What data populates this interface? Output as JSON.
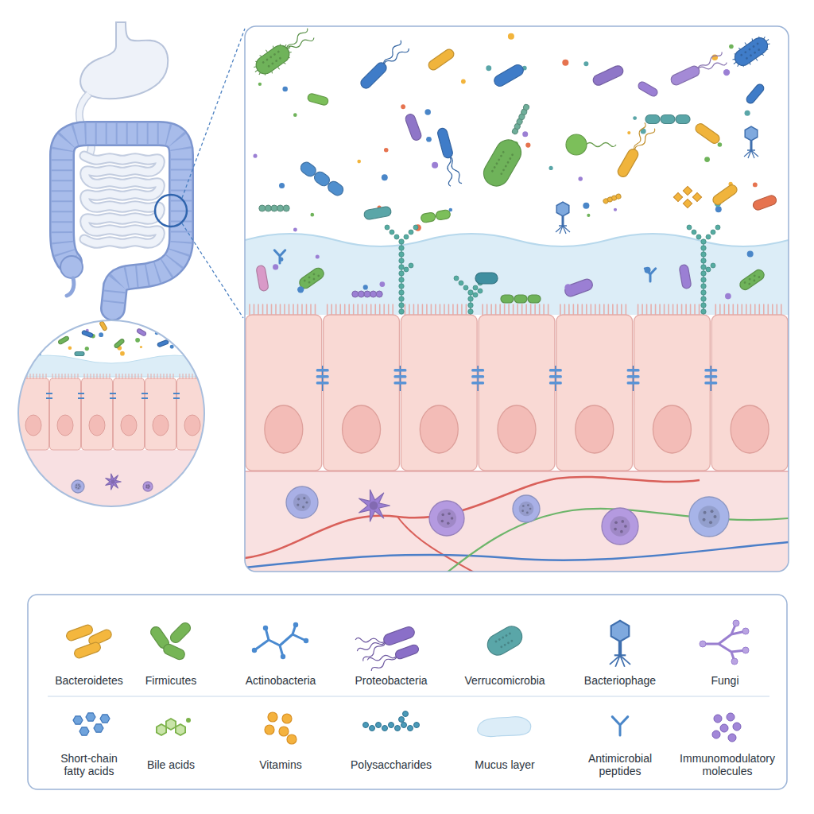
{
  "diagram": {
    "legend": [
      {
        "text": "Bacteroidetes"
      },
      {
        "text": "Firmicutes"
      },
      {
        "text": "Actinobacteria"
      },
      {
        "text": "Proteobacteria"
      },
      {
        "text": "Verrucomicrobia"
      },
      {
        "text": "Bacteriophage"
      },
      {
        "text": "Fungi"
      },
      {
        "text": "Short-chain fatty acids"
      },
      {
        "text": "Bile acids"
      },
      {
        "text": "Vitamins"
      },
      {
        "text": "Polysaccharides"
      },
      {
        "text": "Mucus layer"
      },
      {
        "text": "Antimicrobial peptides"
      },
      {
        "text": "Immunomodulatory molecules"
      }
    ]
  }
}
